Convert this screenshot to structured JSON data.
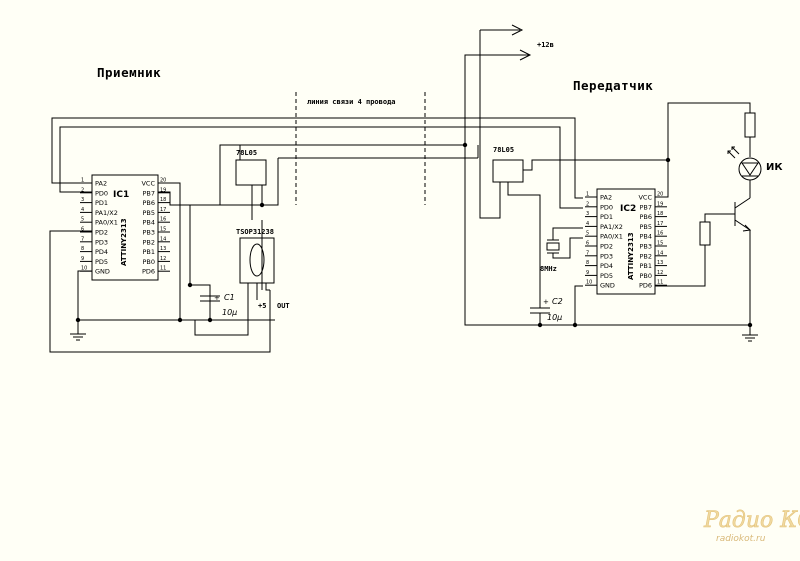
{
  "receiver": {
    "title": "Приемник",
    "ic": {
      "ref": "IC1",
      "part": "ATTINY2313",
      "left_pins": [
        {
          "name": "PA2",
          "num": "1"
        },
        {
          "name": "PD0",
          "num": "2"
        },
        {
          "name": "PD1",
          "num": "3"
        },
        {
          "name": "PA1/X2",
          "num": "4"
        },
        {
          "name": "PA0/X1",
          "num": "5"
        },
        {
          "name": "PD2",
          "num": "6"
        },
        {
          "name": "PD3",
          "num": "7"
        },
        {
          "name": "PD4",
          "num": "8"
        },
        {
          "name": "PD5",
          "num": "9"
        },
        {
          "name": "GND",
          "num": "10"
        }
      ],
      "right_pins": [
        {
          "name": "VCC",
          "num": "20"
        },
        {
          "name": "PB7",
          "num": "19"
        },
        {
          "name": "PB6",
          "num": "18"
        },
        {
          "name": "PB5",
          "num": "17"
        },
        {
          "name": "PB4",
          "num": "16"
        },
        {
          "name": "PB3",
          "num": "15"
        },
        {
          "name": "PB2",
          "num": "14"
        },
        {
          "name": "PB1",
          "num": "13"
        },
        {
          "name": "PB0",
          "num": "12"
        },
        {
          "name": "PD6",
          "num": "11"
        }
      ]
    },
    "regulator": "78L05",
    "sensor": "TSOP31238",
    "capacitor": {
      "ref": "C1",
      "value": "10µ"
    },
    "plus5": "+5",
    "out": "OUT"
  },
  "link_label": "линия связи 4 провода",
  "transmitter": {
    "title": "Передатчик",
    "ic": {
      "ref": "IC2",
      "part": "ATTINY2313",
      "left_pins": [
        {
          "name": "PA2",
          "num": "1"
        },
        {
          "name": "PD0",
          "num": "2"
        },
        {
          "name": "PD1",
          "num": "3"
        },
        {
          "name": "PA1/X2",
          "num": "4"
        },
        {
          "name": "PA0/X1",
          "num": "5"
        },
        {
          "name": "PD2",
          "num": "6"
        },
        {
          "name": "PD3",
          "num": "7"
        },
        {
          "name": "PD4",
          "num": "8"
        },
        {
          "name": "PD5",
          "num": "9"
        },
        {
          "name": "GND",
          "num": "10"
        }
      ],
      "right_pins": [
        {
          "name": "VCC",
          "num": "20"
        },
        {
          "name": "PB7",
          "num": "19"
        },
        {
          "name": "PB6",
          "num": "18"
        },
        {
          "name": "PB5",
          "num": "17"
        },
        {
          "name": "PB4",
          "num": "16"
        },
        {
          "name": "PB3",
          "num": "15"
        },
        {
          "name": "PB2",
          "num": "14"
        },
        {
          "name": "PB1",
          "num": "13"
        },
        {
          "name": "PB0",
          "num": "12"
        },
        {
          "name": "PD6",
          "num": "11"
        }
      ]
    },
    "regulator": "78L05",
    "crystal": "8MHz",
    "capacitor": {
      "ref": "C2",
      "value": "10µ"
    },
    "supply": "+12в",
    "led": "ИК"
  },
  "watermark": {
    "brand": "Радио КОТ",
    "url": "radiokot.ru"
  }
}
